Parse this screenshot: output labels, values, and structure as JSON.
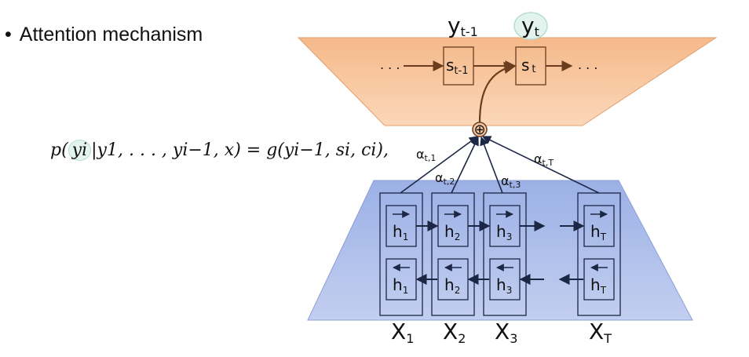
{
  "slide": {
    "bullet_marker": "•",
    "bullet_text": "Attention mechanism"
  },
  "formula": {
    "prefix": "p(",
    "highlight": "yi",
    "suffix": "|y1, . . . , yi−1, x) = g(yi−1, si, ci),"
  },
  "decoder": {
    "output_prev": {
      "base": "y",
      "sub": "t-1"
    },
    "output_curr": {
      "base": "y",
      "sub": "t"
    },
    "state_prev": {
      "base": "s",
      "sub": "t-1"
    },
    "state_curr": {
      "base": "s",
      "sub": "t"
    },
    "ellipsis": ". . ."
  },
  "attention": {
    "combine_symbol": "⊕",
    "weights": [
      {
        "base": "α",
        "sub": "t,1"
      },
      {
        "base": "α",
        "sub": "t,2"
      },
      {
        "base": "α",
        "sub": "t,3"
      },
      {
        "base": "α",
        "sub": "t,T"
      }
    ]
  },
  "encoder": {
    "columns": [
      {
        "fwd": {
          "base": "h",
          "sub": "1"
        },
        "bwd": {
          "base": "h",
          "sub": "1"
        },
        "input": {
          "base": "X",
          "sub": "1"
        }
      },
      {
        "fwd": {
          "base": "h",
          "sub": "2"
        },
        "bwd": {
          "base": "h",
          "sub": "2"
        },
        "input": {
          "base": "X",
          "sub": "2"
        }
      },
      {
        "fwd": {
          "base": "h",
          "sub": "3"
        },
        "bwd": {
          "base": "h",
          "sub": "3"
        },
        "input": {
          "base": "X",
          "sub": "3"
        }
      },
      {
        "fwd": {
          "base": "h",
          "sub": "T"
        },
        "bwd": {
          "base": "h",
          "sub": "T"
        },
        "input": {
          "base": "X",
          "sub": "T"
        }
      }
    ]
  },
  "colors": {
    "decoder_fill": "#f5b98a",
    "decoder_fill_light": "#fbd7b9",
    "decoder_stroke": "#6b3d1e",
    "encoder_fill": "#9bb0e6",
    "encoder_fill_light": "#c3cff0",
    "encoder_stroke": "#1c2745",
    "highlight_fill": "#e3f3ee",
    "highlight_stroke": "#b5ddd1"
  }
}
